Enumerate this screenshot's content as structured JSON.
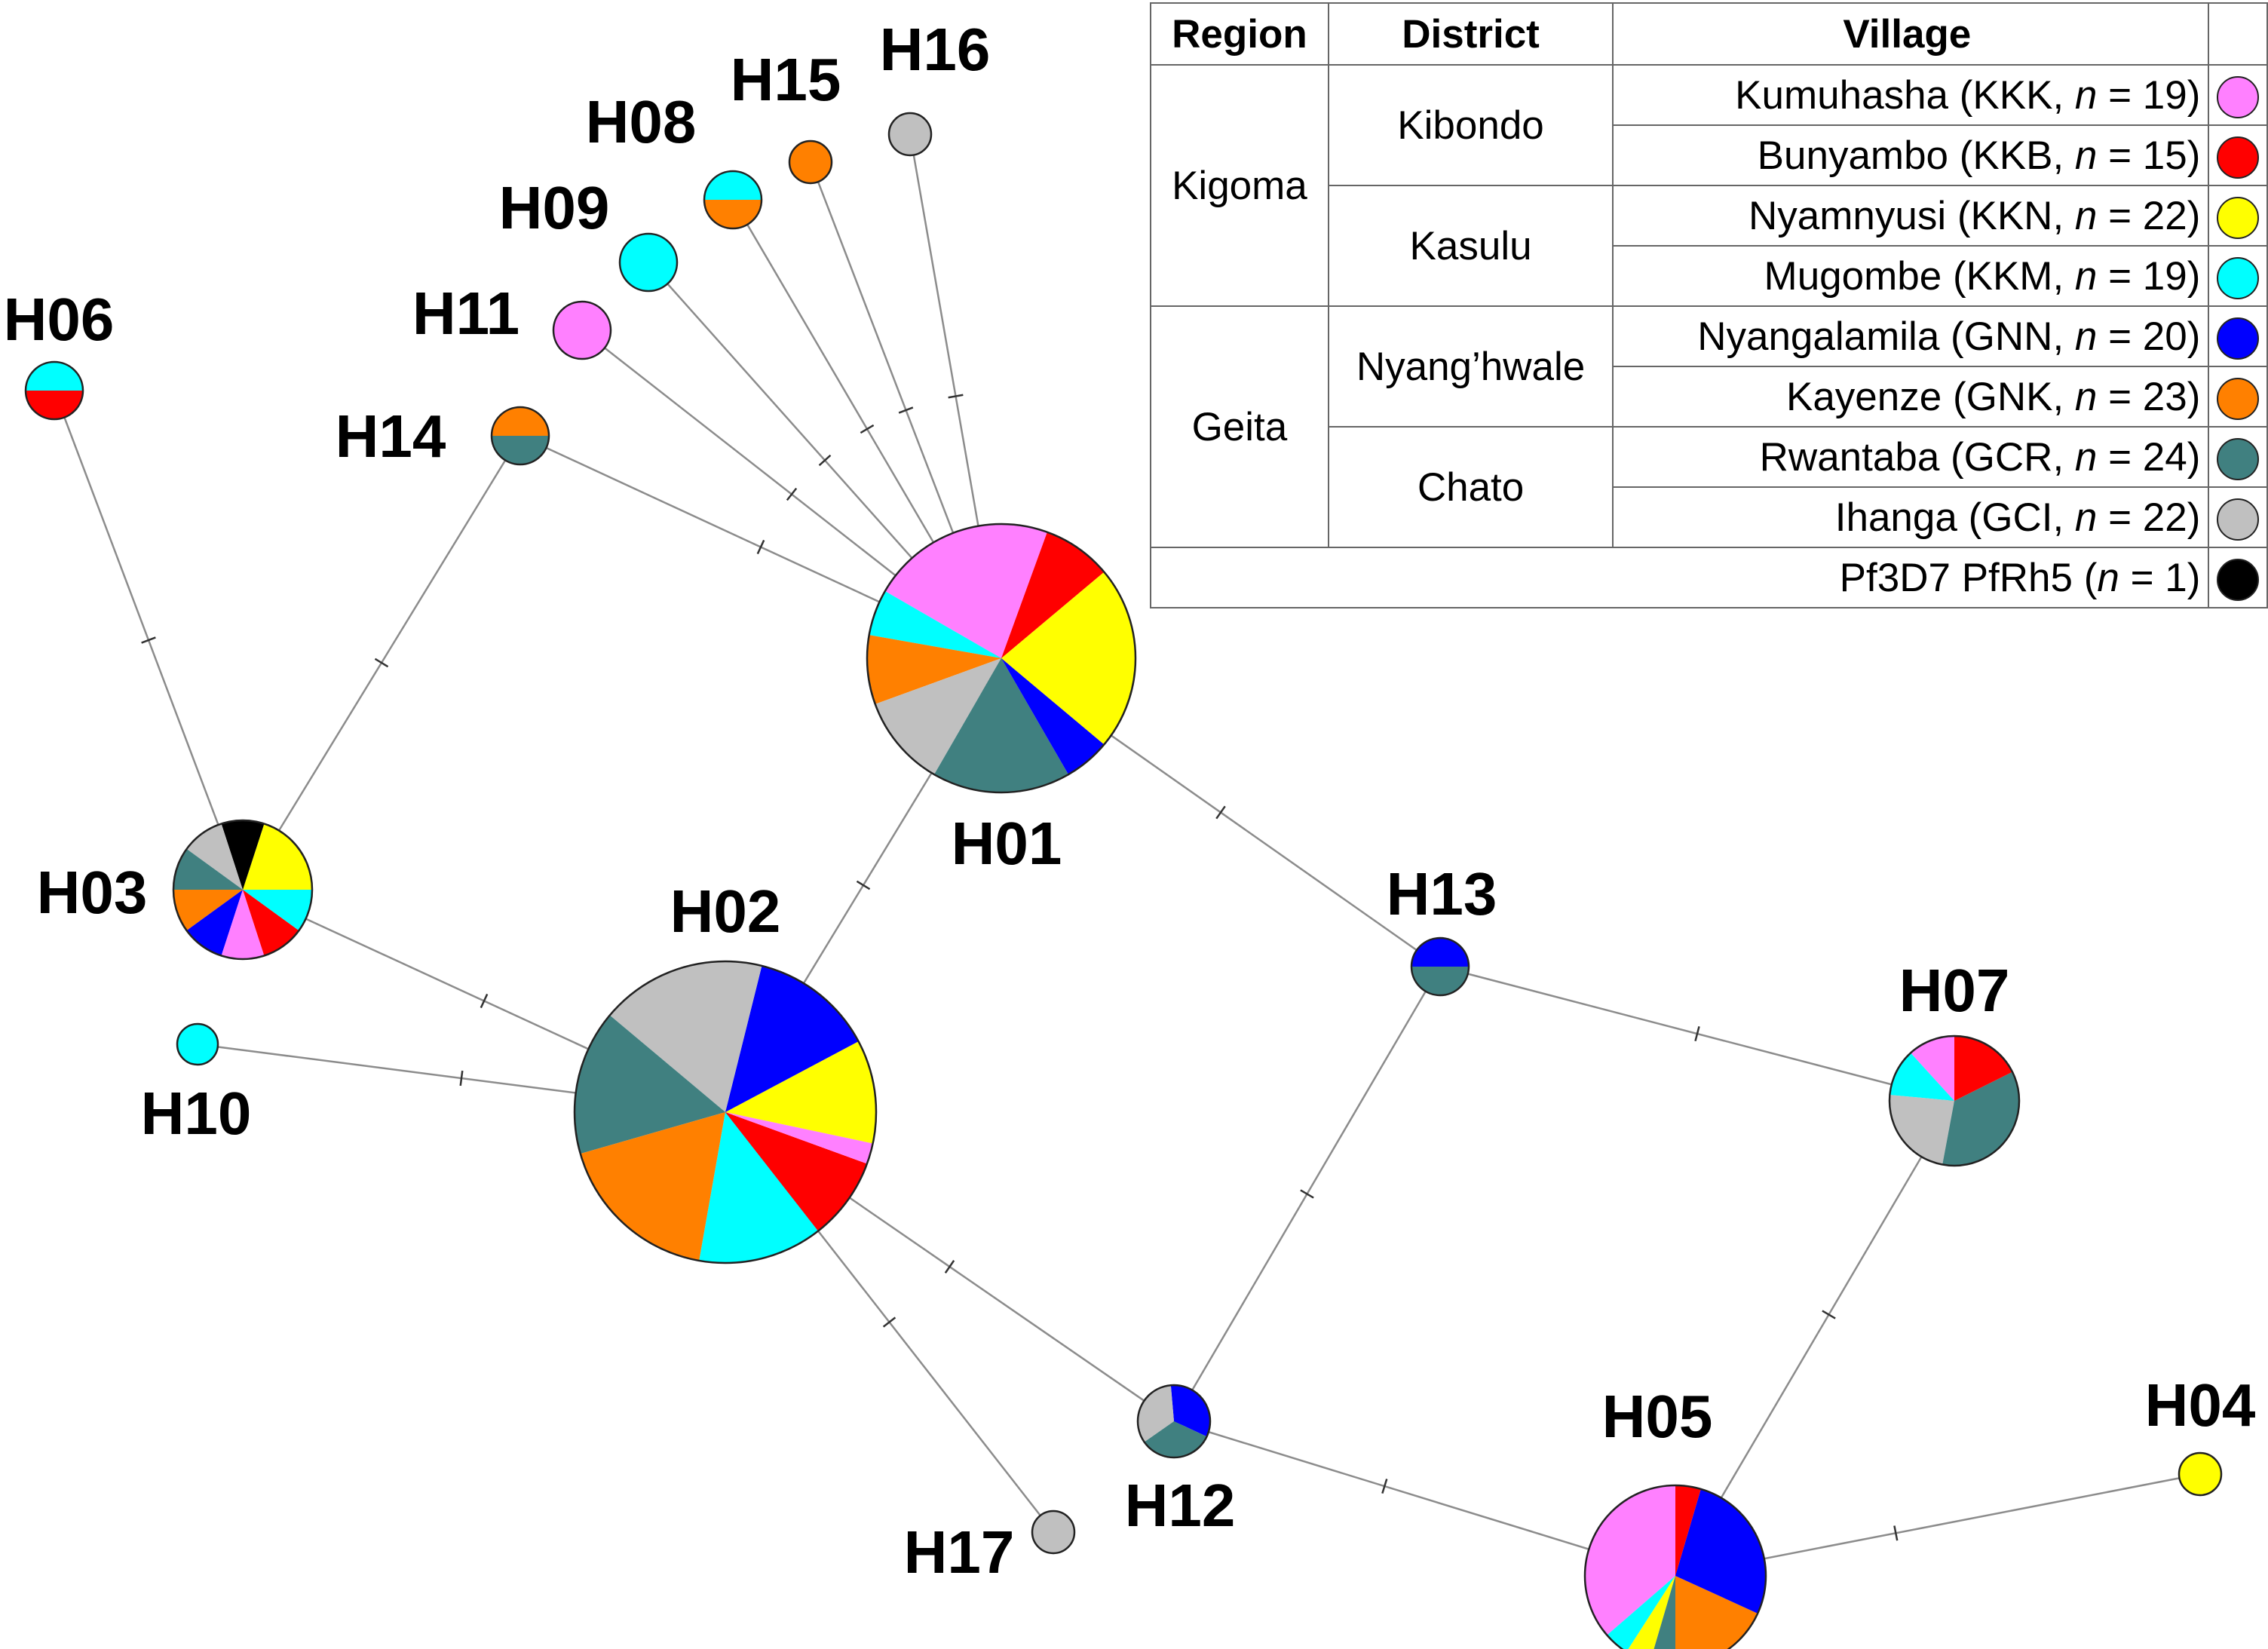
{
  "colors": {
    "KKK": "#ff80ff",
    "KKB": "#ff0000",
    "KKN": "#ffff00",
    "KKM": "#00ffff",
    "GNN": "#0000ff",
    "GNK": "#ff8000",
    "GCR": "#408080",
    "GCI": "#c0c0c0",
    "Pf3D7": "#000000"
  },
  "legend": {
    "headers": {
      "region": "Region",
      "district": "District",
      "village": "Village"
    },
    "rows": [
      {
        "region": "Kigoma",
        "district": "Kibondo",
        "village": "Kumuhasha (KKK, ",
        "n": "n",
        "count": " = 19)",
        "code": "KKK"
      },
      {
        "region": "",
        "district": "",
        "village": "Bunyambo (KKB, ",
        "n": "n",
        "count": " = 15)",
        "code": "KKB"
      },
      {
        "region": "",
        "district": "Kasulu",
        "village": "Nyamnyusi (KKN, ",
        "n": "n",
        "count": " = 22)",
        "code": "KKN"
      },
      {
        "region": "",
        "district": "",
        "village": "Mugombe (KKM, ",
        "n": "n",
        "count": " = 19)",
        "code": "KKM"
      },
      {
        "region": "Geita",
        "district": "Nyang’hwale",
        "village": "Nyangalamila (GNN, ",
        "n": "n",
        "count": " = 20)",
        "code": "GNN"
      },
      {
        "region": "",
        "district": "",
        "village": "Kayenze (GNK, ",
        "n": "n",
        "count": " = 23)",
        "code": "GNK"
      },
      {
        "region": "",
        "district": "Chato",
        "village": "Rwantaba (GCR, ",
        "n": "n",
        "count": " = 24)",
        "code": "GCR"
      },
      {
        "region": "",
        "district": "",
        "village": "Ihanga (GCI, ",
        "n": "n",
        "count": " = 22)",
        "code": "GCI"
      }
    ],
    "reference": {
      "label": "Pf3D7 PfRh5 (",
      "n": "n",
      "count": " = 1)",
      "code": "Pf3D7"
    }
  },
  "haplotypes": [
    {
      "id": "H01",
      "label": "H01",
      "composition": [
        {
          "code": "KKK",
          "w": 8
        },
        {
          "code": "KKM",
          "w": 2
        },
        {
          "code": "GNK",
          "w": 3
        },
        {
          "code": "GCI",
          "w": 4
        },
        {
          "code": "GCR",
          "w": 6
        },
        {
          "code": "GNN",
          "w": 2
        },
        {
          "code": "KKN",
          "w": 8
        },
        {
          "code": "KKB",
          "w": 3
        }
      ]
    },
    {
      "id": "H02",
      "label": "H02",
      "composition": [
        {
          "code": "KKN",
          "w": 5
        },
        {
          "code": "GNN",
          "w": 6
        },
        {
          "code": "GCI",
          "w": 8
        },
        {
          "code": "GCR",
          "w": 7
        },
        {
          "code": "GNK",
          "w": 8
        },
        {
          "code": "KKM",
          "w": 6
        },
        {
          "code": "KKB",
          "w": 4
        },
        {
          "code": "KKK",
          "w": 1
        }
      ]
    },
    {
      "id": "H03",
      "label": "H03",
      "composition": [
        {
          "code": "KKN",
          "w": 2
        },
        {
          "code": "Pf3D7",
          "w": 1
        },
        {
          "code": "GCI",
          "w": 1
        },
        {
          "code": "GCR",
          "w": 1
        },
        {
          "code": "GNK",
          "w": 1
        },
        {
          "code": "GNN",
          "w": 1
        },
        {
          "code": "KKK",
          "w": 1
        },
        {
          "code": "KKB",
          "w": 1
        },
        {
          "code": "KKM",
          "w": 1
        }
      ]
    },
    {
      "id": "H04",
      "label": "H04",
      "composition": [
        {
          "code": "KKN",
          "w": 1
        }
      ]
    },
    {
      "id": "H05",
      "label": "H05",
      "composition": [
        {
          "code": "KKK",
          "w": 8
        },
        {
          "code": "KKM",
          "w": 1
        },
        {
          "code": "KKN",
          "w": 1
        },
        {
          "code": "GCR",
          "w": 1
        },
        {
          "code": "GNK",
          "w": 4
        },
        {
          "code": "GNN",
          "w": 6
        },
        {
          "code": "KKB",
          "w": 1
        }
      ]
    },
    {
      "id": "H06",
      "label": "H06",
      "composition": [
        {
          "code": "KKM",
          "w": 1
        },
        {
          "code": "KKB",
          "w": 1
        }
      ]
    },
    {
      "id": "H07",
      "label": "H07",
      "composition": [
        {
          "code": "KKK",
          "w": 1
        },
        {
          "code": "KKM",
          "w": 1
        },
        {
          "code": "GCI",
          "w": 2
        },
        {
          "code": "GCR",
          "w": 3
        },
        {
          "code": "KKB",
          "w": 1.5
        }
      ]
    },
    {
      "id": "H08",
      "label": "H08",
      "composition": [
        {
          "code": "KKM",
          "w": 1
        },
        {
          "code": "GNK",
          "w": 1
        }
      ]
    },
    {
      "id": "H09",
      "label": "H09",
      "composition": [
        {
          "code": "KKM",
          "w": 1
        }
      ]
    },
    {
      "id": "H10",
      "label": "H10",
      "composition": [
        {
          "code": "KKM",
          "w": 1
        }
      ]
    },
    {
      "id": "H11",
      "label": "H11",
      "composition": [
        {
          "code": "KKK",
          "w": 1
        }
      ]
    },
    {
      "id": "H12",
      "label": "H12",
      "composition": [
        {
          "code": "GNN",
          "w": 1
        },
        {
          "code": "GCI",
          "w": 1
        },
        {
          "code": "GCR",
          "w": 1
        }
      ]
    },
    {
      "id": "H13",
      "label": "H13",
      "composition": [
        {
          "code": "GNN",
          "w": 1
        },
        {
          "code": "GCR",
          "w": 1
        }
      ]
    },
    {
      "id": "H14",
      "label": "H14",
      "composition": [
        {
          "code": "GNK",
          "w": 1
        },
        {
          "code": "GCR",
          "w": 1
        }
      ]
    },
    {
      "id": "H15",
      "label": "H15",
      "composition": [
        {
          "code": "GNK",
          "w": 1
        }
      ]
    },
    {
      "id": "H16",
      "label": "H16",
      "composition": [
        {
          "code": "GCI",
          "w": 1
        }
      ]
    },
    {
      "id": "H17",
      "label": "H17",
      "composition": [
        {
          "code": "GCI",
          "w": 1
        }
      ]
    }
  ],
  "edges": [
    {
      "from": "H01",
      "to": "H02",
      "mutations": 1
    },
    {
      "from": "H01",
      "to": "H09",
      "mutations": 1
    },
    {
      "from": "H01",
      "to": "H08",
      "mutations": 1
    },
    {
      "from": "H01",
      "to": "H15",
      "mutations": 1
    },
    {
      "from": "H01",
      "to": "H16",
      "mutations": 1
    },
    {
      "from": "H01",
      "to": "H11",
      "mutations": 1
    },
    {
      "from": "H01",
      "to": "H14",
      "mutations": 1
    },
    {
      "from": "H01",
      "to": "H13",
      "mutations": 1
    },
    {
      "from": "H14",
      "to": "H03",
      "mutations": 1
    },
    {
      "from": "H06",
      "to": "H03",
      "mutations": 1
    },
    {
      "from": "H03",
      "to": "H02",
      "mutations": 1
    },
    {
      "from": "H10",
      "to": "H02",
      "mutations": 1
    },
    {
      "from": "H02",
      "to": "H12",
      "mutations": 1
    },
    {
      "from": "H02",
      "to": "H17",
      "mutations": 1
    },
    {
      "from": "H12",
      "to": "H13",
      "mutations": 1
    },
    {
      "from": "H13",
      "to": "H07",
      "mutations": 1
    },
    {
      "from": "H12",
      "to": "H05",
      "mutations": 1
    },
    {
      "from": "H07",
      "to": "H05",
      "mutations": 1
    },
    {
      "from": "H05",
      "to": "H04",
      "mutations": 1
    }
  ]
}
